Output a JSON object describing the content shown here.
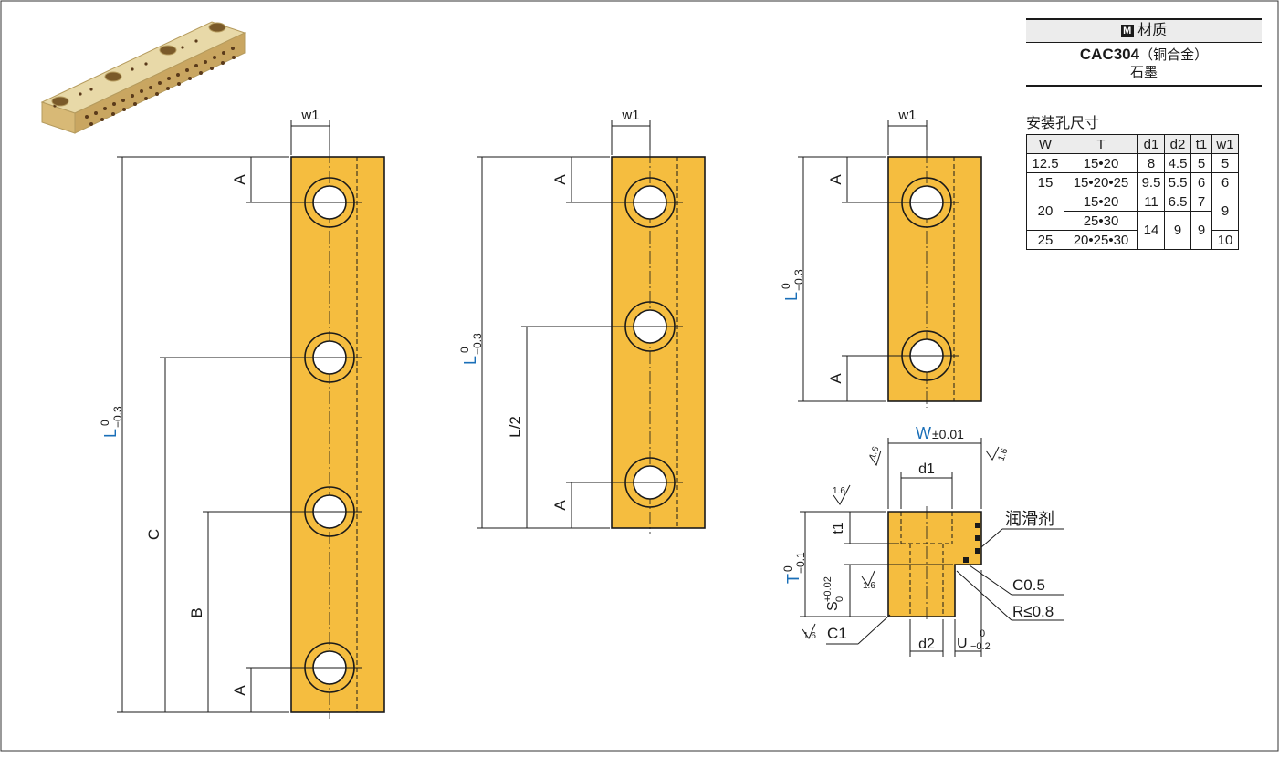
{
  "material": {
    "badge": "M",
    "header": "材质",
    "line1_bold": "CAC304",
    "line1_rest": "（铜合金）",
    "line2": "石墨"
  },
  "mount_table": {
    "title": "安装孔尺寸",
    "headers": [
      "W",
      "T",
      "d1",
      "d2",
      "t1",
      "w1"
    ],
    "rows": [
      [
        "12.5",
        "15•20",
        "8",
        "4.5",
        "5",
        "5"
      ],
      [
        "15",
        "15•20•25",
        "9.5",
        "5.5",
        "6",
        "6"
      ],
      [
        "20",
        "15•20",
        "11",
        "6.5",
        "7",
        "9"
      ],
      [
        "",
        "25•30",
        "14",
        "9",
        "9",
        ""
      ],
      [
        "25",
        "20•25•30",
        "",
        "",
        "",
        "10"
      ]
    ]
  },
  "labels": {
    "w1": "w1",
    "A": "A",
    "B": "B",
    "C": "C",
    "L": "L",
    "L_tol_upper": "0",
    "L_tol_lower": "−0.3",
    "L_half": "L/2",
    "W": "W",
    "W_tol": "±0.01",
    "d1": "d1",
    "d2": "d2",
    "t1": "t1",
    "T": "T",
    "T_tol_upper": "0",
    "T_tol_lower": "−0.1",
    "S": "S",
    "S_tol_upper": "+0.02",
    "S_tol_lower": "0",
    "U": "U",
    "U_tol_upper": "0",
    "U_tol_lower": "−0.2",
    "roughness": "1.6",
    "lubricant": "润滑剂",
    "C05": "C0.5",
    "R08": "R≤0.8",
    "C1": "C1"
  },
  "colors": {
    "part_fill": "#f5bd3f",
    "accent_blue": "#1a6fb8"
  }
}
